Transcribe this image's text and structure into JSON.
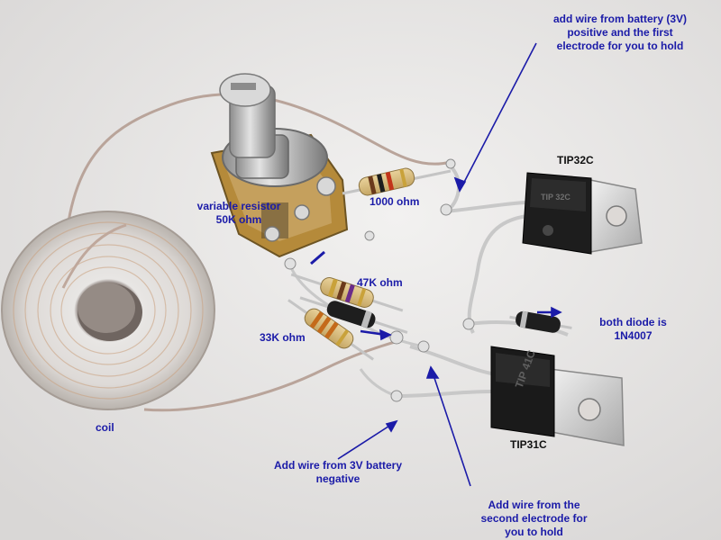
{
  "colors": {
    "annotation": "#1b1ba8",
    "label_black": "#111111",
    "background": "#e9e7e6"
  },
  "labels": {
    "battery_positive": [
      "add wire from battery (3V)",
      "positive and the first",
      "electrode for you to hold"
    ],
    "tip32c": "TIP32C",
    "variable_resistor": [
      "variable resistor",
      "50K ohm"
    ],
    "r1000": "1000 ohm",
    "r47k": "47K ohm",
    "r33k": "33K ohm",
    "diode": [
      "both diode is",
      "1N4007"
    ],
    "tip31c": "TIP31C",
    "coil": "coil",
    "battery_negative": [
      "Add wire from 3V battery",
      "negative"
    ],
    "second_electrode": [
      "Add wire from the",
      "second electrode for",
      "you to hold"
    ]
  },
  "marks": {
    "transistor_top": "TIP 32C",
    "transistor_bottom": "TIP 41C"
  }
}
